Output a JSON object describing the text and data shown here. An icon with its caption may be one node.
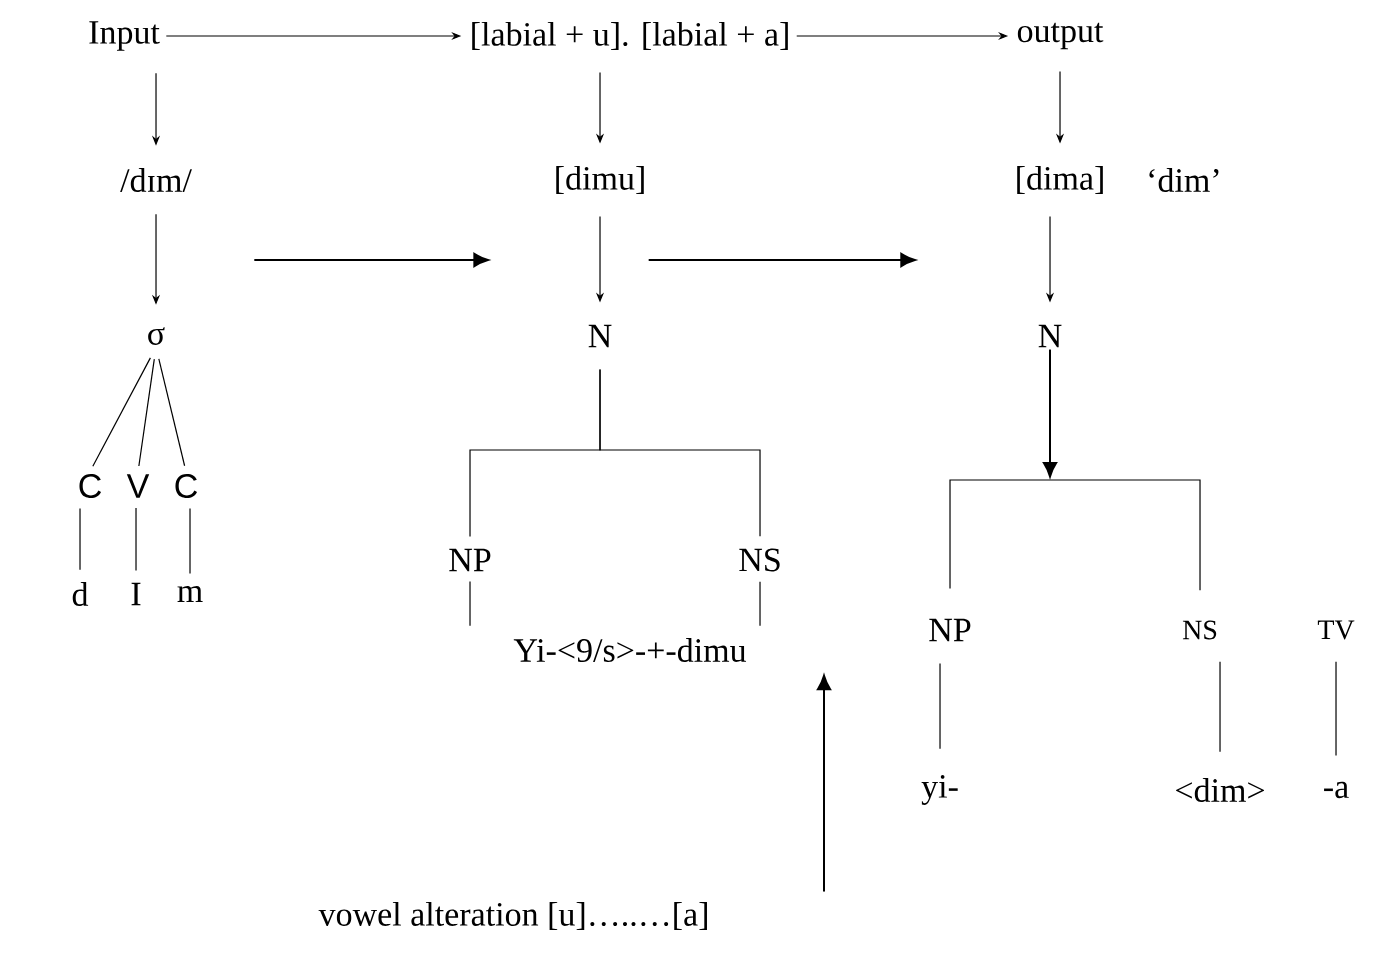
{
  "diagram": {
    "nodes": [
      {
        "text": [
          "Input"
        ]
      },
      {
        "text": [
          "[labial + u]. [labial + a]"
        ]
      },
      {
        "text": [
          "output"
        ]
      },
      {
        "text": [
          "/dɪm/"
        ]
      },
      {
        "text": [
          "[dimu]"
        ]
      },
      {
        "text": [
          "[dima]"
        ],
        "beside": [
          "‘dim’"
        ]
      },
      {
        "text": [
          "σ"
        ]
      },
      {
        "text": [
          "N"
        ]
      },
      {
        "text": [
          "N"
        ]
      },
      {
        "text": [
          "C"
        ]
      },
      {
        "text": [
          "V"
        ]
      },
      {
        "text": [
          "C"
        ]
      },
      {
        "text": [
          "d"
        ]
      },
      {
        "text": [
          "I"
        ]
      },
      {
        "text": [
          "m"
        ]
      },
      {
        "text": [
          "NP"
        ]
      },
      {
        "text": [
          "NS"
        ]
      },
      {
        "text": [
          "Yi-<9/s>-+-dimu"
        ]
      },
      {
        "text": [
          "NP"
        ]
      },
      {
        "text": [
          "NS"
        ]
      },
      {
        "text": [
          "TV"
        ]
      },
      {
        "text": [
          "yi-"
        ]
      },
      {
        "text": [
          "<dim>"
        ]
      },
      {
        "text": [
          "-a"
        ]
      },
      {
        "text": [
          "vowel alteration [u]…..…[a]"
        ]
      }
    ],
    "edges": [
      {
        "from": 0,
        "to": 1,
        "arrow": "to"
      },
      {
        "from": 1,
        "to": 2,
        "arrow": "to"
      },
      {
        "from": 0,
        "to": 3,
        "arrow": "to"
      },
      {
        "from": 1,
        "to": 4,
        "arrow": "to"
      },
      {
        "from": 2,
        "to": 5,
        "arrow": "to"
      },
      {
        "from": 3,
        "to": 4,
        "arrow": "to"
      },
      {
        "from": 4,
        "to": 5,
        "arrow": "to"
      },
      {
        "from": 3,
        "to": 6,
        "arrow": "to"
      },
      {
        "from": 4,
        "to": 7,
        "arrow": "to"
      },
      {
        "from": 5,
        "to": 8,
        "arrow": "to"
      },
      {
        "from": 6,
        "to": 9,
        "arrow": "none"
      },
      {
        "from": 6,
        "to": 10,
        "arrow": "none"
      },
      {
        "from": 6,
        "to": 11,
        "arrow": "none"
      },
      {
        "from": 9,
        "to": 12,
        "arrow": "none"
      },
      {
        "from": 10,
        "to": 13,
        "arrow": "none"
      },
      {
        "from": 11,
        "to": 14,
        "arrow": "none"
      },
      {
        "from": 7,
        "to": 15,
        "arrow": "none"
      },
      {
        "from": 7,
        "to": 16,
        "arrow": "none"
      },
      {
        "from": 15,
        "to": 17,
        "arrow": "none"
      },
      {
        "from": 16,
        "to": 17,
        "arrow": "none"
      },
      {
        "from": 8,
        "to": null,
        "arrow": "to"
      },
      {
        "from": 8,
        "to": 18,
        "arrow": "none"
      },
      {
        "from": 8,
        "to": 19,
        "arrow": "none"
      },
      {
        "from": 18,
        "to": 21,
        "arrow": "none"
      },
      {
        "from": 19,
        "to": 22,
        "arrow": "none"
      },
      {
        "from": 20,
        "to": 23,
        "arrow": "none"
      },
      {
        "from": 24,
        "to": 17,
        "arrow": "to"
      }
    ]
  }
}
